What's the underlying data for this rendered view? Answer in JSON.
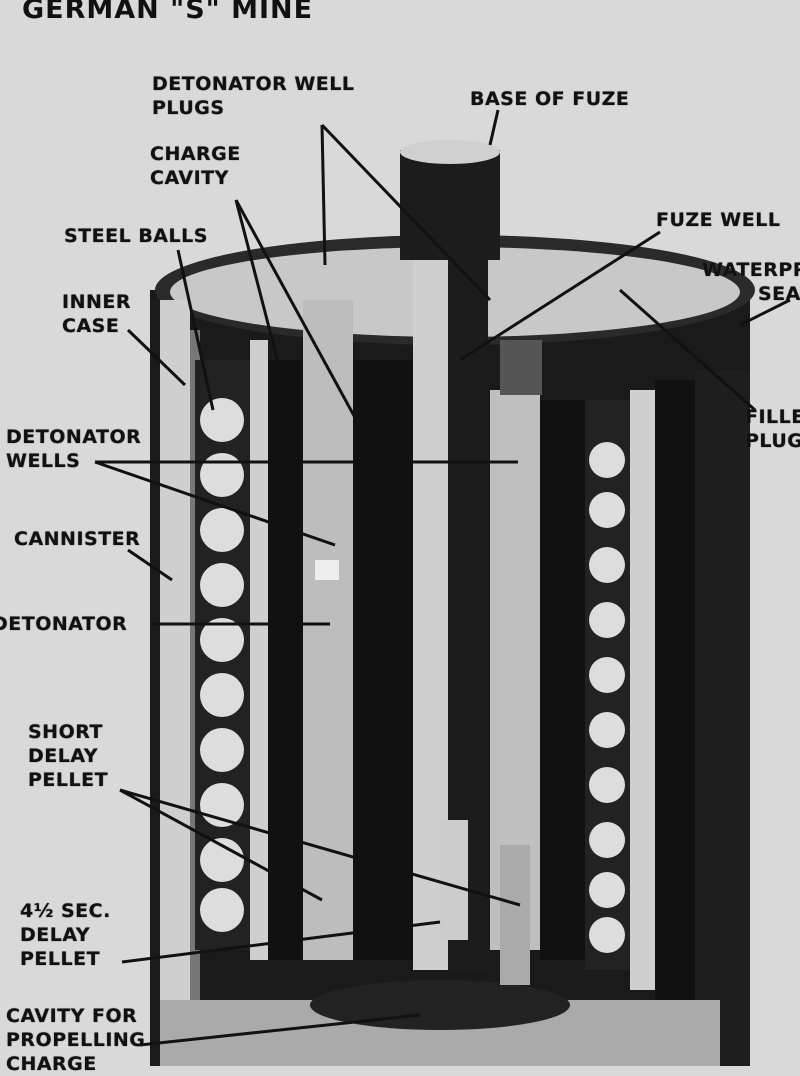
{
  "title": "GERMAN \"S\" MINE",
  "labels": {
    "detonator_well_plugs": [
      "DETONATOR WELL",
      "PLUGS"
    ],
    "base_of_fuze": "BASE OF FUZE",
    "charge_cavity": [
      "CHARGE",
      "CAVITY"
    ],
    "fuze_well": "FUZE WELL",
    "steel_balls": "STEEL BALLS",
    "waterproof_seal": [
      "WATERPR",
      "SEAL"
    ],
    "inner_case": [
      "INNER",
      "CASE"
    ],
    "filler_plug": [
      "FILLER",
      "PLUG"
    ],
    "detonator_wells": [
      "DETONATOR",
      "WELLS"
    ],
    "cannister": "CANNISTER",
    "detonator": "DETONATOR",
    "short_delay_pellet": [
      "SHORT",
      "DELAY",
      "PELLET"
    ],
    "long_delay_pellet": [
      "4½ SEC.",
      "DELAY",
      "PELLET"
    ],
    "cavity_for_propelling_charge": [
      "CAVITY FOR",
      "PROPELLING",
      "CHARGE"
    ]
  },
  "colors": {
    "background": "#d9d9d9",
    "ink": "#111111",
    "metal_light": "#c9c9c9",
    "metal_dark": "#151515"
  }
}
